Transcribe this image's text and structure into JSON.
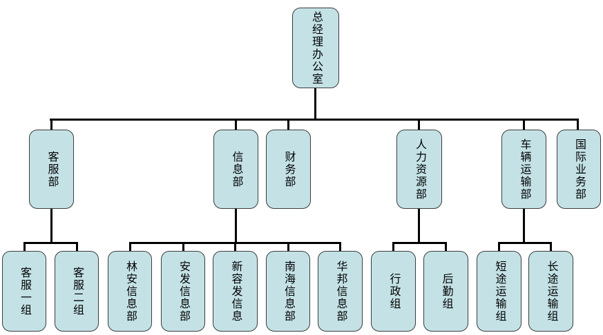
{
  "org_chart": {
    "type": "organization-chart",
    "root": {
      "label": "总经理办公室"
    },
    "departments": [
      {
        "label": "客服部"
      },
      {
        "label": "信息部"
      },
      {
        "label": "财务部"
      },
      {
        "label": "人力资源部"
      },
      {
        "label": "车辆运输部"
      },
      {
        "label": "国际业务部"
      }
    ],
    "teams": [
      {
        "label": "客服一组",
        "parent": "客服部"
      },
      {
        "label": "客服二组",
        "parent": "客服部"
      },
      {
        "label": "林安信息部",
        "parent": "信息部"
      },
      {
        "label": "安发信息部",
        "parent": "信息部"
      },
      {
        "label": "新容发信息",
        "parent": "信息部"
      },
      {
        "label": "南海信息部",
        "parent": "信息部"
      },
      {
        "label": "华邦信息部",
        "parent": "信息部"
      },
      {
        "label": "行政组",
        "parent": "人力资源部"
      },
      {
        "label": "后勤组",
        "parent": "人力资源部"
      },
      {
        "label": "短途运输组",
        "parent": "车辆运输部"
      },
      {
        "label": "长途运输组",
        "parent": "车辆运输部"
      }
    ],
    "colors": {
      "node_fill": "#c4e2e6",
      "node_border": "#3a3a3a",
      "connector": "#000000",
      "background": "#ffffff"
    }
  }
}
